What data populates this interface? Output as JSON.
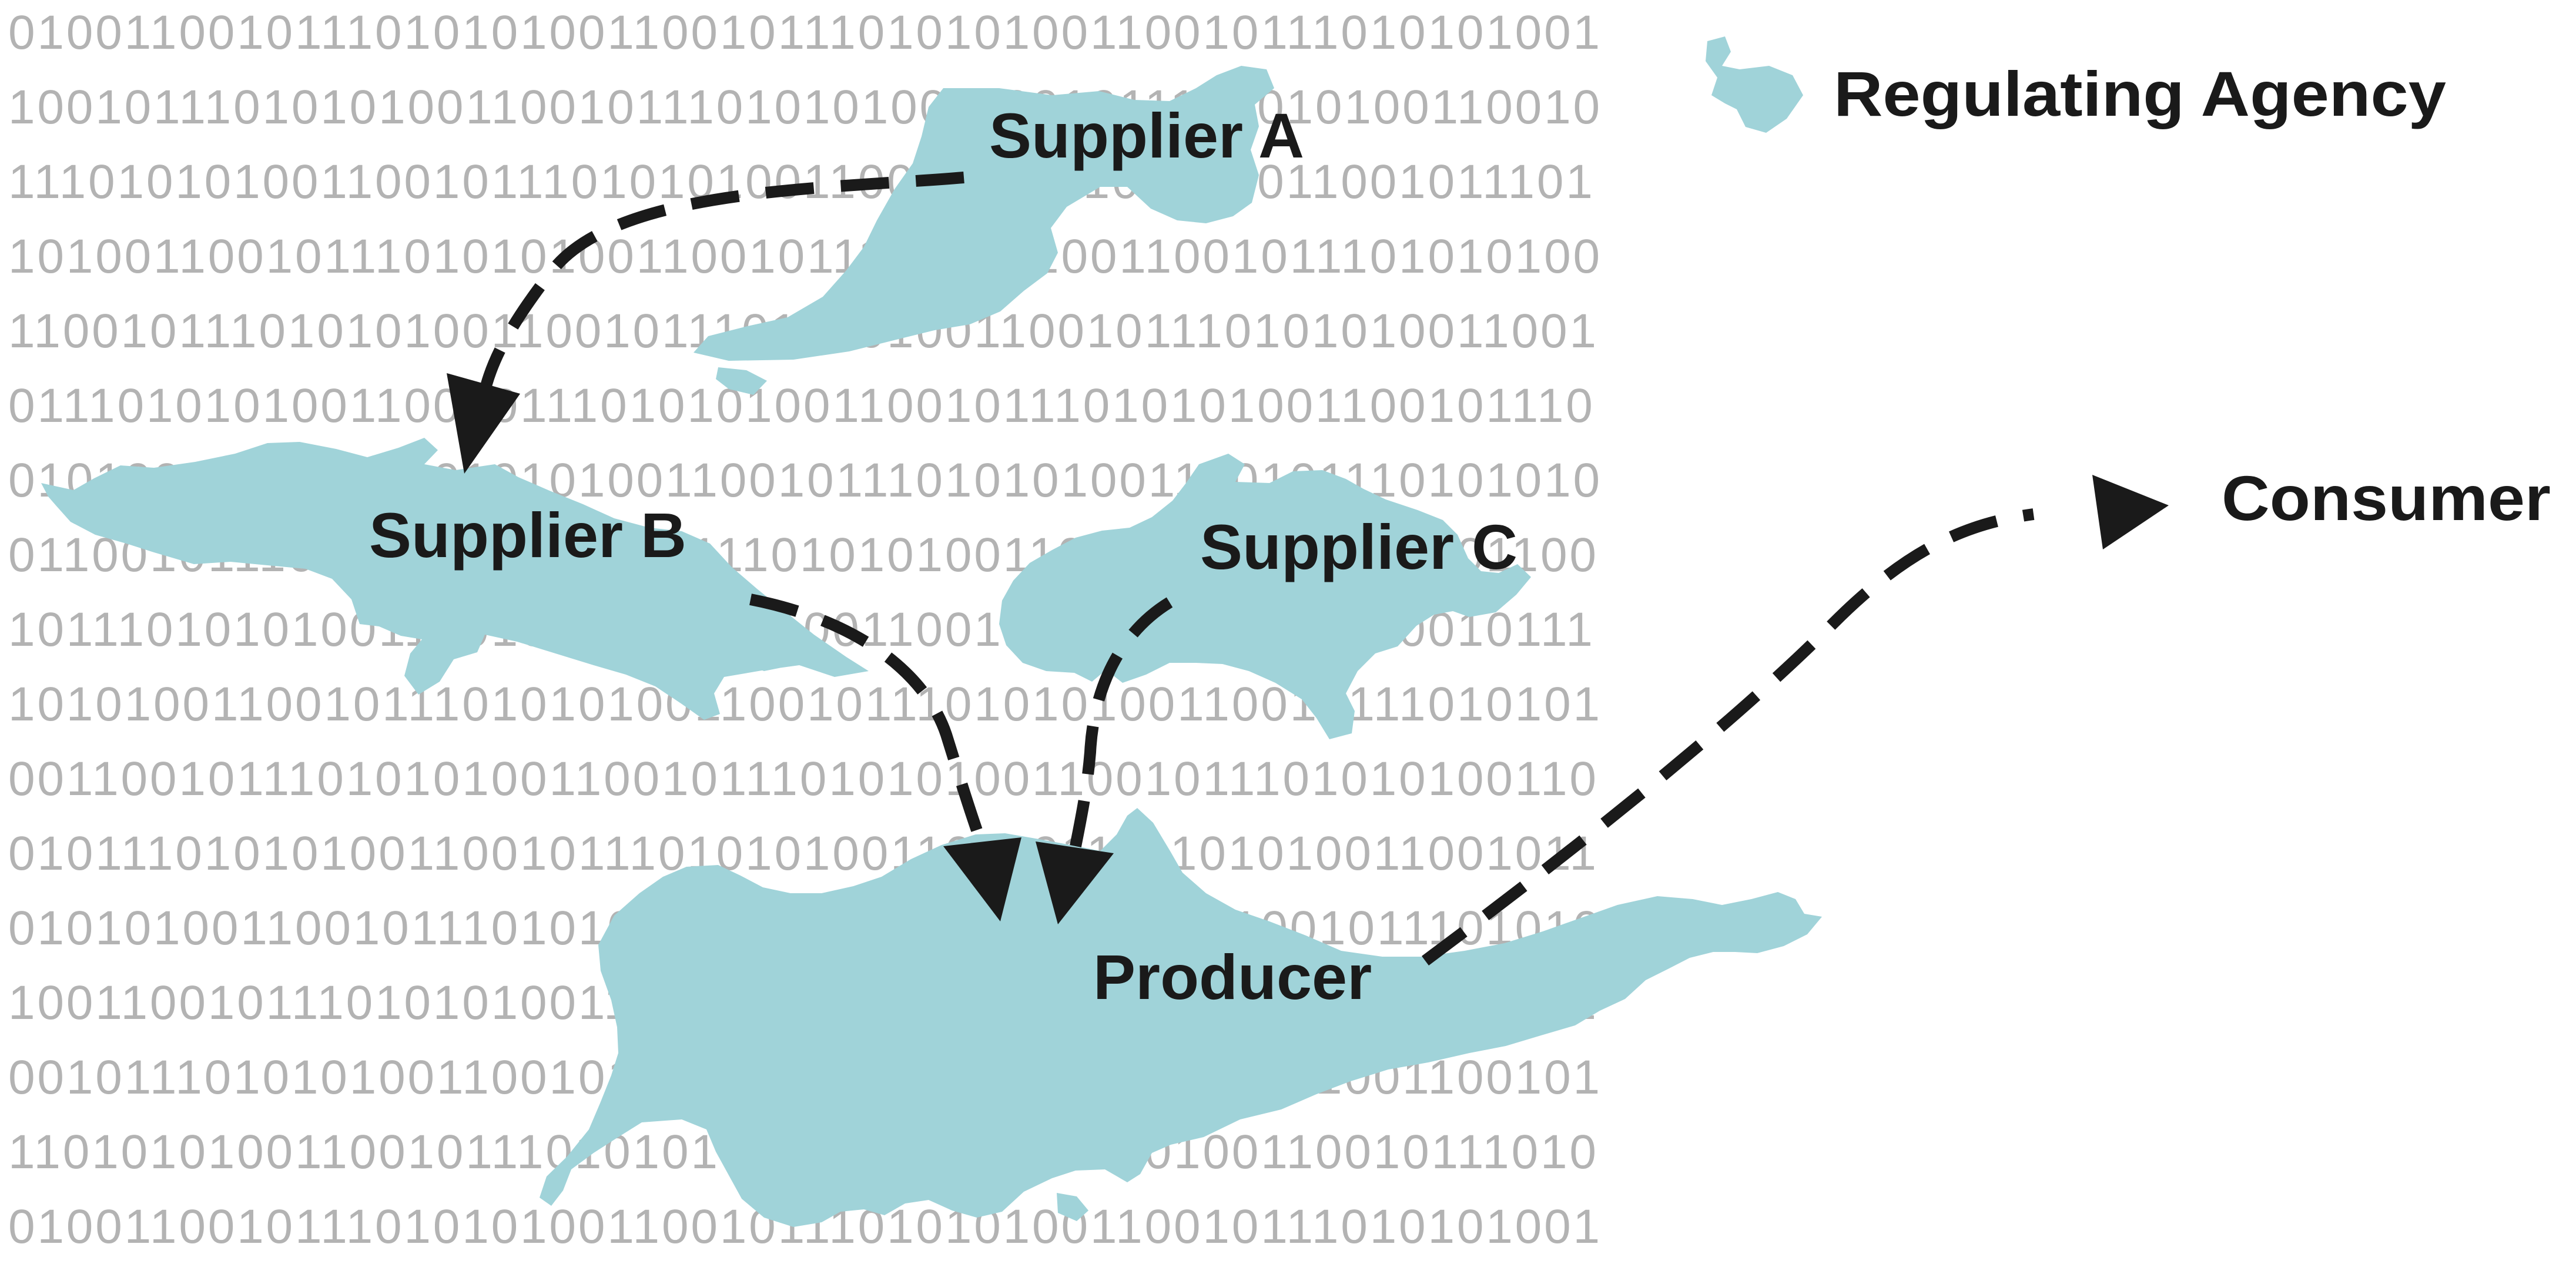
{
  "colors": {
    "island": "#a0d3d9",
    "arrow": "#1a1a1a",
    "binary_text": "#b3b3b3",
    "background": "#ffffff"
  },
  "binary_rows": [
    "01001100101110101010011001011101010100110010111010101001",
    "10010111010101001100101110101010011001011101010100110010",
    "11101010100110010111010101001100101110101010011001011101",
    "10100110010111010101001100101110101010011001011101010100",
    "11001011101010100110010111010101001100101110101010011001",
    "01110101010011001011101010100110010111010101001100101110",
    "01010011001011101010100110010111010101001100101110101010",
    "01100101110101010011001011101010100110010111010101001100",
    "10111010101001100101110101010011001011101010100110010111",
    "10101001100101110101010011001011101010100110010111010101",
    "00110010111010101001100101110101010011001011101010100110",
    "01011101010100110010111010101001100101110101010011001011",
    "01010100110010111010101001100101110101010011001011101010",
    "10011001011101010100110010111010101001100101110101010011",
    "00101110101010011001011101010100110010111010101001100101",
    "11010101001100101110101010011001011101010100110010111010",
    "01001100101110101010011001011101010100110010111010101001"
  ],
  "nodes": {
    "supplier_a": "Supplier A",
    "supplier_b": "Supplier B",
    "supplier_c": "Supplier C",
    "producer": "Producer",
    "consumer": "Consumer",
    "regulating_agency": "Regulating Agency"
  },
  "edges": [
    {
      "from": "Supplier A",
      "to": "Supplier B"
    },
    {
      "from": "Supplier B",
      "to": "Producer"
    },
    {
      "from": "Supplier C",
      "to": "Producer"
    },
    {
      "from": "Producer",
      "to": "Consumer"
    }
  ]
}
